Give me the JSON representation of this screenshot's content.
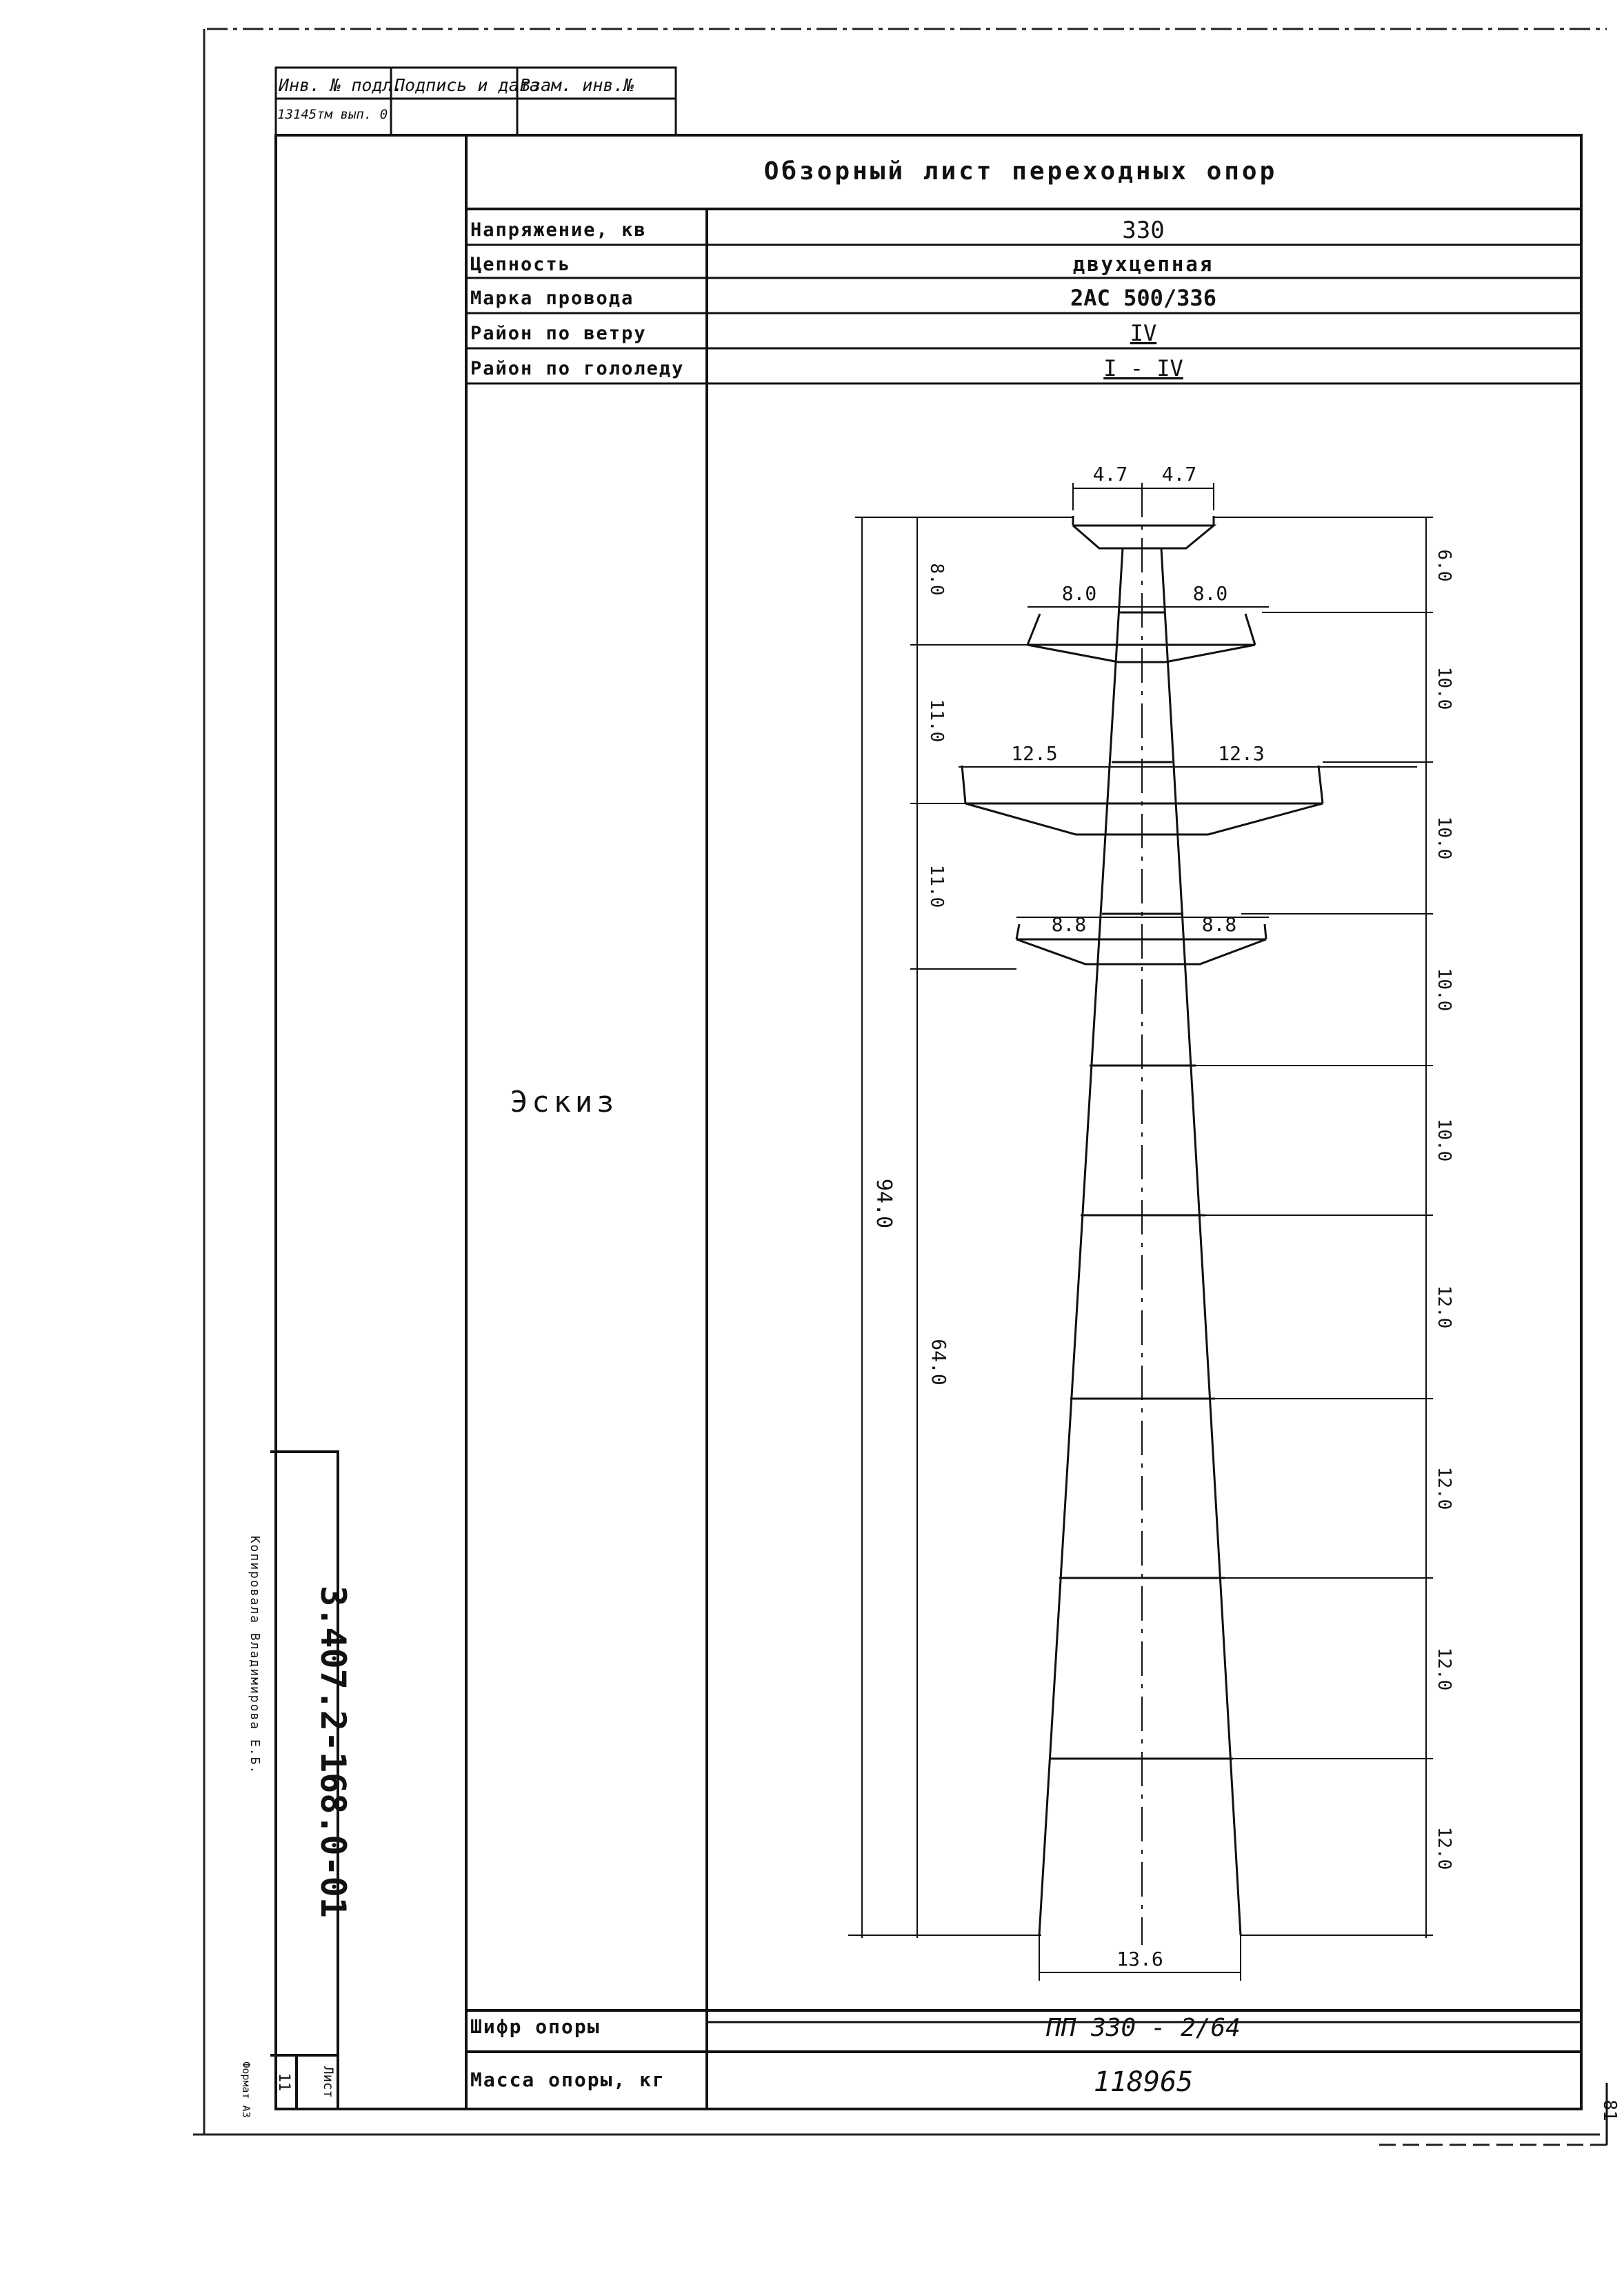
{
  "stamp_top": {
    "inv_label": "Инв. № подл.",
    "sign_label": "Подпись и дата",
    "replace_label": "Взам. инв.№",
    "inv_value": "13145тм вып. 0"
  },
  "sheet": {
    "title": "Обзорный лист переходных опор",
    "rows": [
      {
        "label": "Напряжение, кв",
        "value": "330"
      },
      {
        "label": "Цепность",
        "value": "двухцепная"
      },
      {
        "label": "Марка провода",
        "value": "2АС 500/336"
      },
      {
        "label": "Район по ветру",
        "value": "IV"
      },
      {
        "label": "Район по гололеду",
        "value": "I - IV"
      }
    ],
    "sketch_label": "Эскиз",
    "cipher_label": "Шифр опоры",
    "cipher_value": "ПП 330 - 2/64",
    "mass_label": "Масса опоры, кг",
    "mass_value": "118965"
  },
  "sidebar": {
    "doc_code": "3.407.2-168.0-01",
    "copied_by": "Копировала Владимирова Е.Б.",
    "sheet_label": "Лист",
    "sheet_number": "11",
    "format": "Формат А3",
    "page_mark": "81"
  },
  "drawing": {
    "arm_dims": {
      "top_left": "4.7",
      "top_right": "4.7",
      "second_left": "8.0",
      "second_right": "8.0",
      "third_left": "12.5",
      "third_right": "12.3",
      "fourth_left": "8.8",
      "fourth_right": "8.8"
    },
    "left_dims": [
      "8.0",
      "11.0",
      "11.0",
      "94.0",
      "64.0"
    ],
    "right_dims": [
      "6.0",
      "10.0",
      "10.0",
      "10.0",
      "10.0",
      "12.0",
      "12.0",
      "12.0",
      "12.0"
    ],
    "base_width": "13.6"
  }
}
